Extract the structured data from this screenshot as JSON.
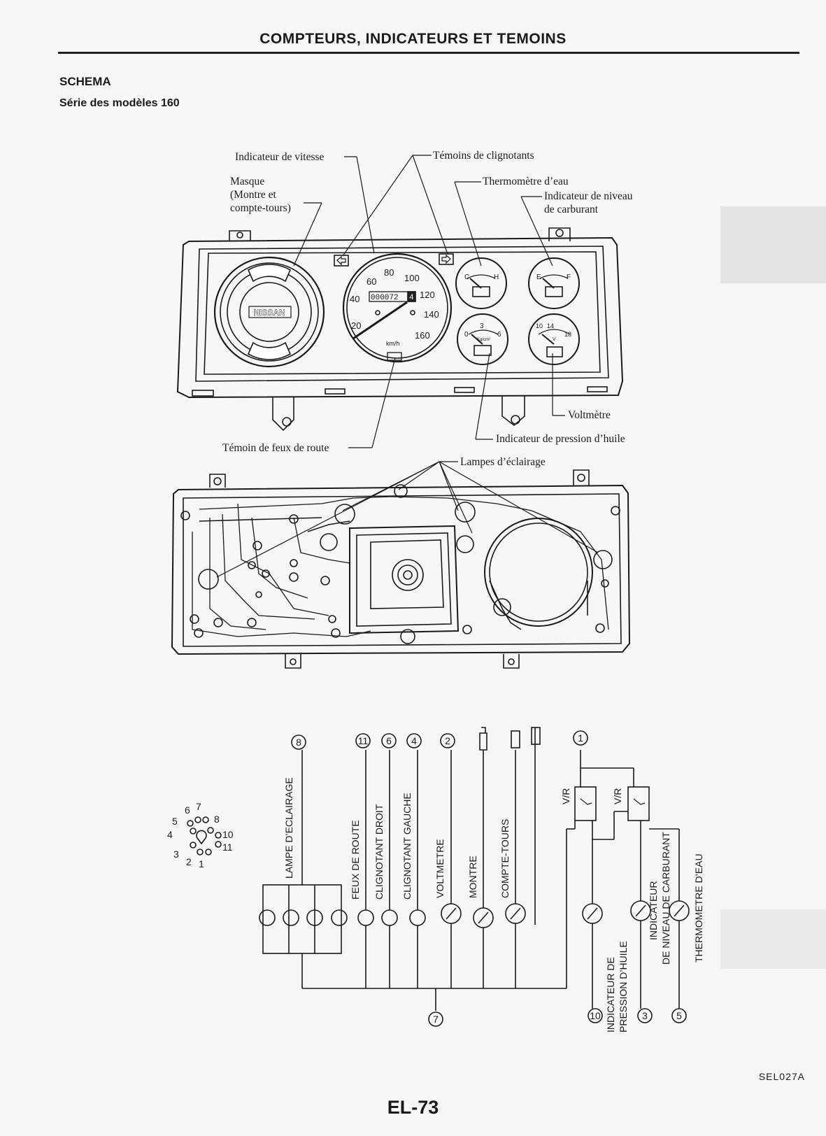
{
  "header": {
    "title": "COMPTEURS, INDICATEURS ET TEMOINS"
  },
  "section": {
    "heading": "SCHEMA",
    "subheading": "Série des modèles 160"
  },
  "callouts": {
    "speedometer": "Indicateur de vitesse",
    "turn_signal": "Témoins de clignotants",
    "mask_line1": "Masque",
    "mask_line2": "(Montre et",
    "mask_line3": "compte-tours)",
    "water_temp": "Thermomètre d’eau",
    "fuel_line1": "Indicateur de niveau",
    "fuel_line2": "de carburant",
    "voltmeter": "Voltmètre",
    "oil_pressure": "Indicateur de pression d’huile",
    "high_beam": "Témoin de feux de route",
    "illumination": "Lampes d’éclairage"
  },
  "gauges": {
    "brand": "NISSAN",
    "speed_ticks": [
      "20",
      "40",
      "60",
      "80",
      "100",
      "120",
      "140",
      "160"
    ],
    "odometer": "000072",
    "odometer_tenths": "4",
    "unit": "km/h",
    "temp_c": "C",
    "temp_h": "H",
    "fuel_e": "E",
    "fuel_f": "F",
    "oil_0": "0",
    "oil_3": "3",
    "oil_6": "6",
    "oil_unit": "Kg/cm²",
    "volt_10": "10",
    "volt_14": "14",
    "volt_18": "18",
    "volt_unit": "V"
  },
  "wiring": {
    "terminal_labels": [
      "LAMPE D’ECLAIRAGE",
      "FEUX DE ROUTE",
      "CLIGNOTANT DROIT",
      "CLIGNOTANT GAUCHE",
      "VOLTMETRE",
      "MONTRE",
      "COMPTE-TOURS"
    ],
    "terminal_numbers": [
      "8",
      "11",
      "6",
      "4",
      "2",
      "1"
    ],
    "relay_label": "V/R",
    "bottom_labels": [
      {
        "line1": "INDICATEUR DE",
        "line2": "PRESSION D’HUILE",
        "num": "10"
      },
      {
        "line1": "INDICATEUR",
        "line2": "DE NIVEAU DE CARBURANT",
        "num": "3"
      },
      {
        "line1": "THERMOMETRE D’EAU",
        "line2": "",
        "num": "5"
      }
    ],
    "ground_number": "7",
    "connector_pins": [
      "1",
      "2",
      "3",
      "4",
      "5",
      "6",
      "7",
      "8",
      "10",
      "11"
    ]
  },
  "footer": {
    "figure_code": "SEL027A",
    "page_number": "EL-73"
  }
}
